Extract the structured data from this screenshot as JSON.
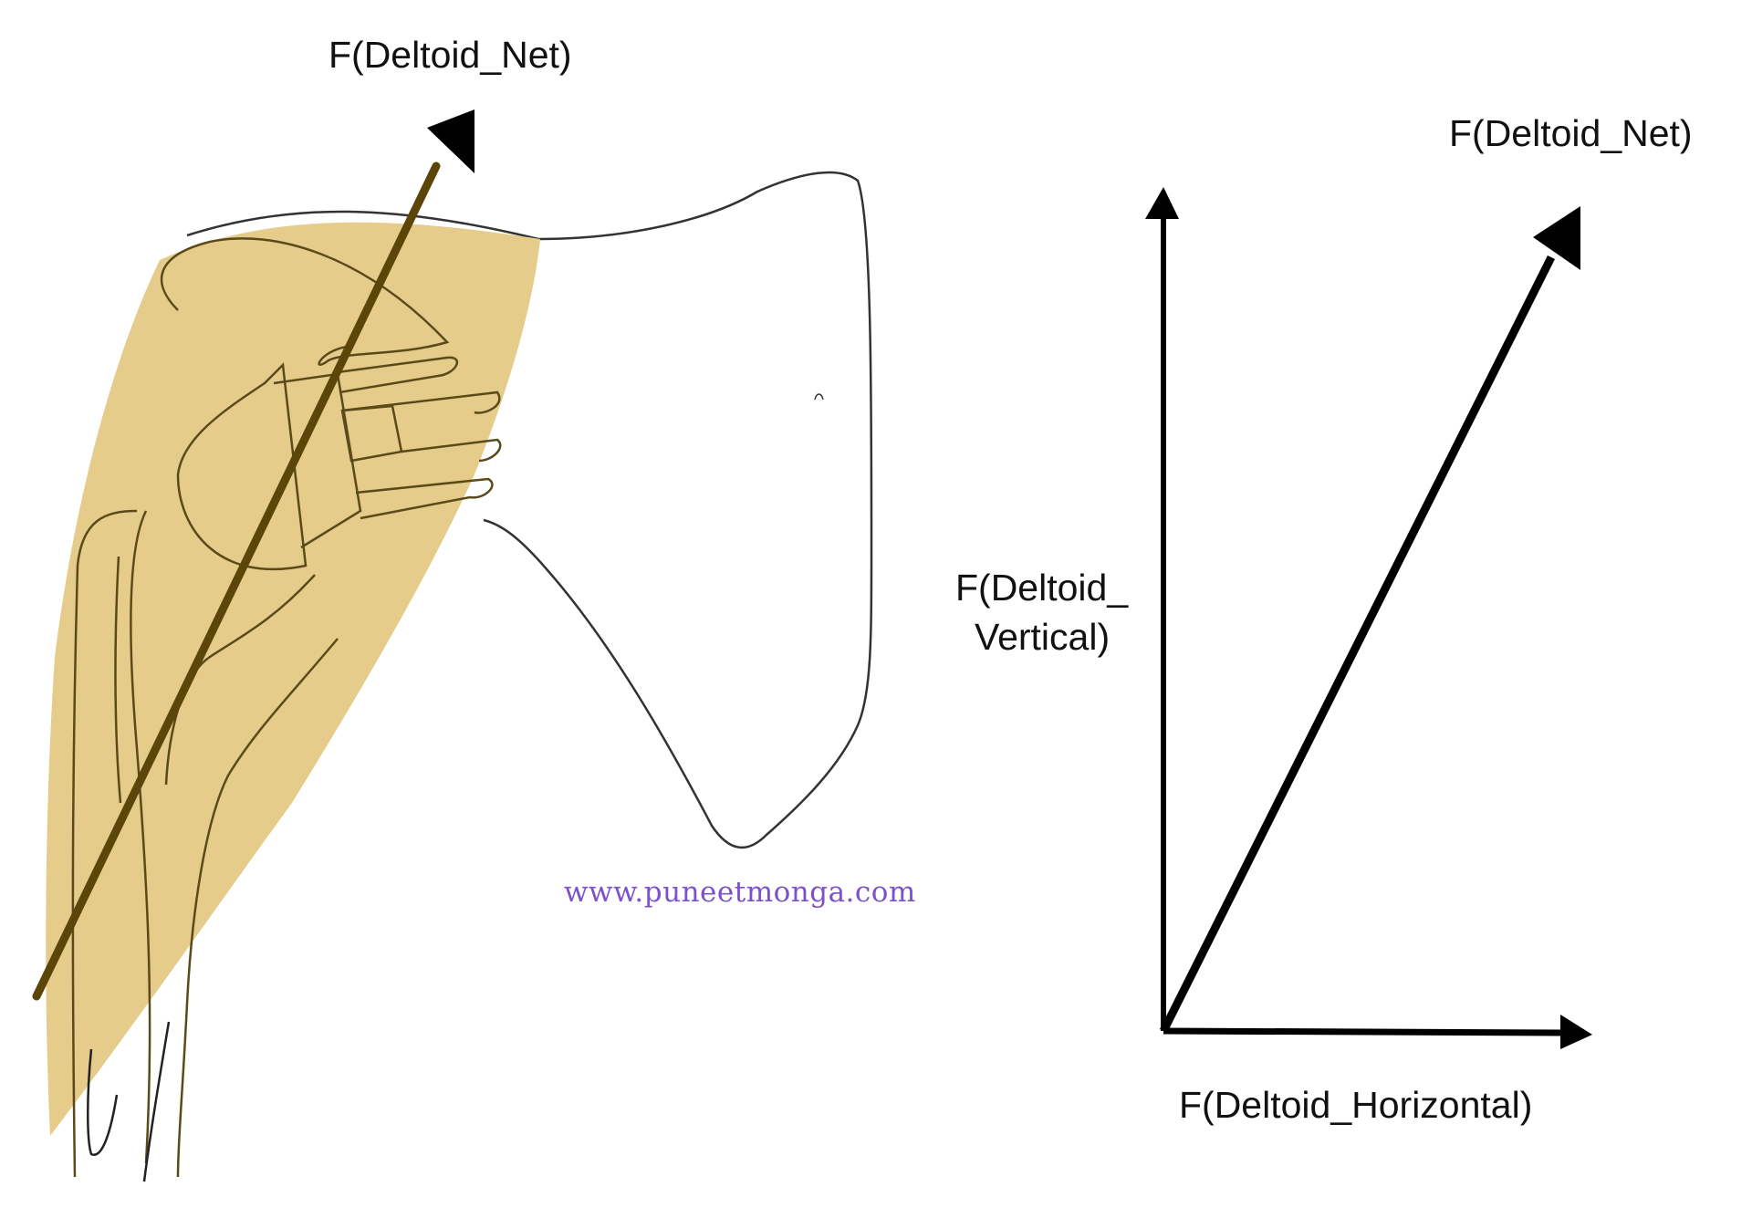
{
  "labels": {
    "left_force": "F(Deltoid_Net)",
    "right_net": "F(Deltoid_Net)",
    "vertical_line1": "F(Deltoid_",
    "vertical_line2": "Vertical)",
    "horizontal": "F(Deltoid_Horizontal)"
  },
  "watermark": "www.puneetmonga.com",
  "colors": {
    "deltoid_fill": "#e6cc8a",
    "force_line": "#5b4508",
    "outline": "#333333",
    "implant": "#5a4a1a",
    "vector": "#000000",
    "watermark": "#7b52cc"
  }
}
